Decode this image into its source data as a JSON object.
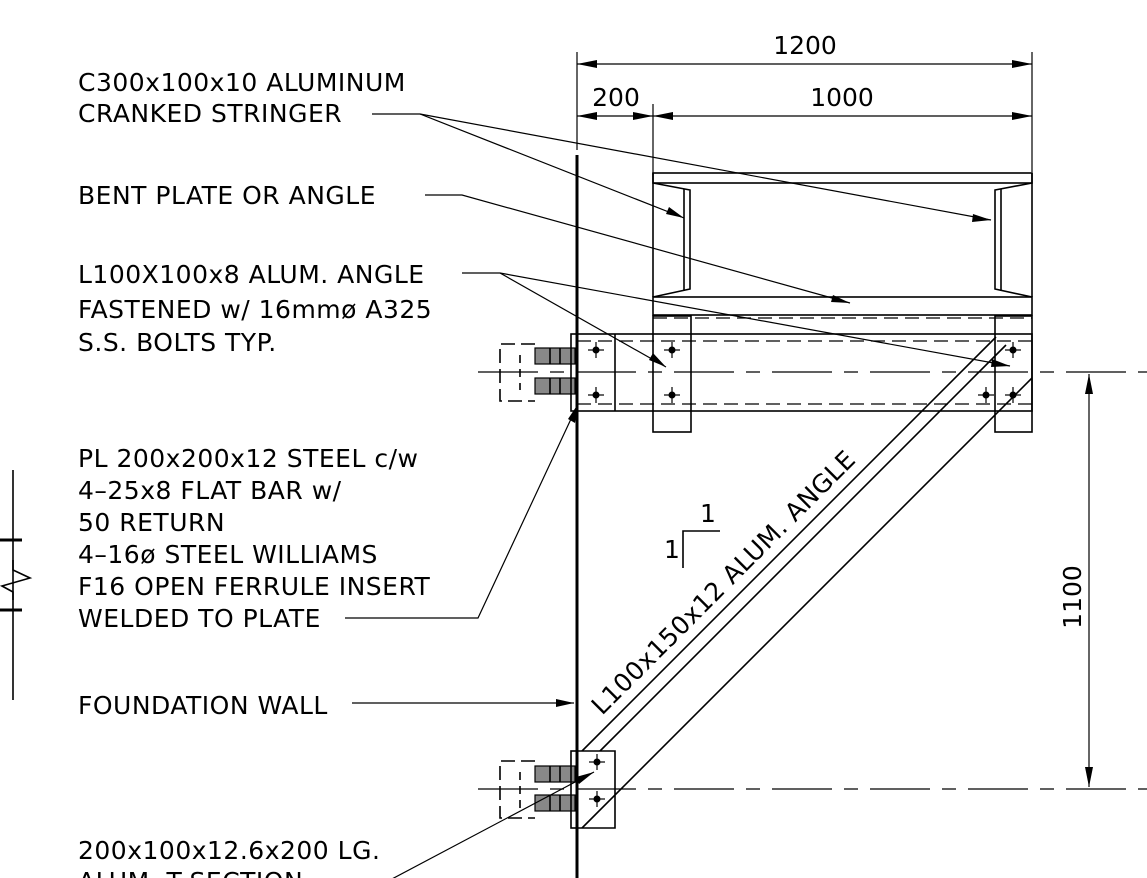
{
  "labels": {
    "stringer_line1": "C300x100x10 ALUMINUM",
    "stringer_line2": "CRANKED STRINGER",
    "bent_plate": "BENT PLATE OR ANGLE",
    "angle_line1": "L100X100x8 ALUM. ANGLE",
    "angle_line2": "FASTENED w/ 16mmø A325",
    "angle_line3": "S.S. BOLTS TYP.",
    "plate_line1": "PL 200x200x12 STEEL c/w",
    "plate_line2": "4–25x8 FLAT BAR w/",
    "plate_line3": "50 RETURN",
    "plate_line4": "4–16ø STEEL WILLIAMS",
    "plate_line5": "F16 OPEN FERRULE INSERT",
    "plate_line6": "WELDED TO PLATE",
    "foundation_wall": "FOUNDATION WALL",
    "tsection_line1": "200x100x12.6x200 LG.",
    "tsection_line2": "ALUM. T-SECTION"
  },
  "dimensions": {
    "overall_width": "1200",
    "left_offset": "200",
    "stringer_span": "1000",
    "height": "1100"
  },
  "brace": {
    "label": "L100x150x12 ALUM. ANGLE",
    "slope_rise": "1",
    "slope_run": "1"
  }
}
